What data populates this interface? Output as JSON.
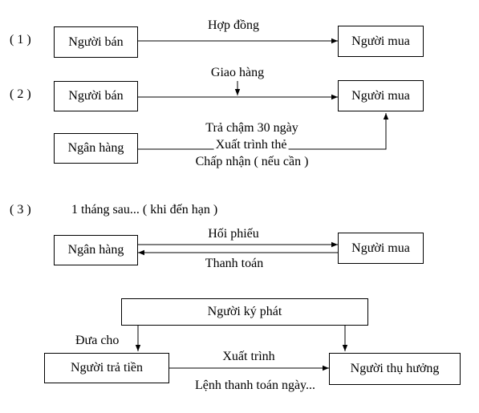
{
  "section1": {
    "number": "( 1 )",
    "seller": "Người bán",
    "buyer": "Người mua",
    "arrow_label": "Hợp đồng"
  },
  "section2": {
    "number": "( 2 )",
    "seller": "Người bán",
    "buyer": "Người mua",
    "bank": "Ngân hàng",
    "delivery_label": "Giao hàng",
    "note_lines": [
      "Trả chậm 30 ngày",
      "Xuất trình thẻ",
      "Chấp nhận ( nếu cần )"
    ]
  },
  "section3": {
    "number": "( 3 )",
    "caption": "1 tháng sau... ( khi đến hạn )",
    "bank": "Ngân hàng",
    "buyer": "Người mua",
    "bill_label": "Hối phiếu",
    "payment_label": "Thanh toán"
  },
  "section4": {
    "drawer": "Người ký phát",
    "payer": "Người trả tiền",
    "beneficiary": "Người thụ hưởng",
    "give_label": "Đưa cho",
    "present_label": "Xuất trình",
    "order_label": "Lệnh thanh toán ngày..."
  }
}
